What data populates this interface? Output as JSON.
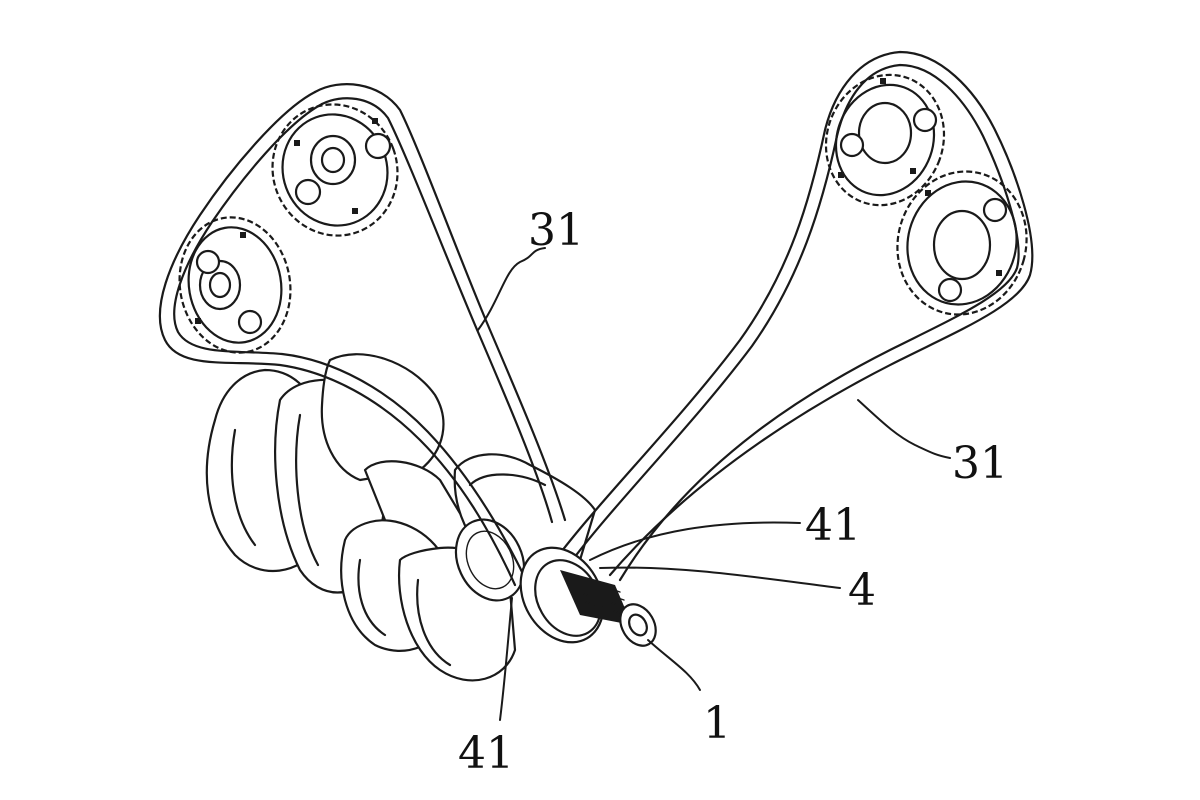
{
  "callouts": {
    "belt_left": "31",
    "belt_right": "31",
    "tooth_upper": "41",
    "sprocket_gear": "4",
    "crankshaft": "1",
    "tooth_lower": "41"
  }
}
